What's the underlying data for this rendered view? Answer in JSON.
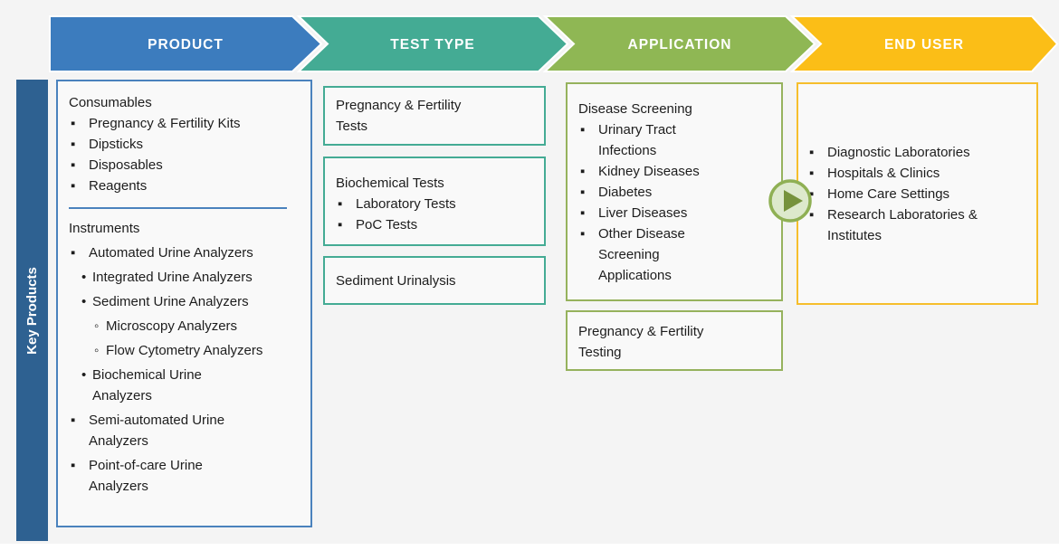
{
  "palette": {
    "panel-bg": "#f4f4f4",
    "box-fill": "#f9f9f9",
    "text-color": "#1d1d1d",
    "sidebar-blue": "#2e6191",
    "product-border": "#4a82bd",
    "test-border": "#44ab94",
    "application-border": "#96b25d",
    "enduser-border": "#f6be2c",
    "play-ring": "#8fb054",
    "play-fill": "#dde9cc",
    "play-triangle": "#76923c"
  },
  "header": {
    "segments": [
      {
        "label": "PRODUCT",
        "color": "#3c7cbe"
      },
      {
        "label": "TEST TYPE",
        "color": "#44ab94"
      },
      {
        "label": "APPLICATION",
        "color": "#8fb754"
      },
      {
        "label": "END USER",
        "color": "#fbbe17"
      }
    ]
  },
  "sidebar": {
    "label": "Key Products"
  },
  "icons": {
    "play": "play-icon"
  },
  "columns": {
    "product": {
      "consumables": {
        "title": "Consumables",
        "items": [
          "Pregnancy & Fertility Kits",
          "Dipsticks",
          "Disposables",
          "Reagents"
        ]
      },
      "instruments": {
        "title": "Instruments",
        "items": [
          {
            "text": "Automated Urine Analyzers",
            "level": 1
          },
          {
            "text": "Integrated Urine Analyzers",
            "level": 2
          },
          {
            "text": "Sediment Urine Analyzers",
            "level": 2
          },
          {
            "text": "Microscopy Analyzers",
            "level": 3
          },
          {
            "text": "Flow Cytometry Analyzers",
            "level": 3
          },
          {
            "text": "Biochemical Urine Analyzers",
            "level": 2
          },
          {
            "text": "Semi-automated Urine Analyzers",
            "level": 1
          },
          {
            "text": "Point-of-care Urine Analyzers",
            "level": 1
          }
        ]
      }
    },
    "test_type": {
      "boxes": [
        {
          "title": "Pregnancy & Fertility Tests",
          "items": []
        },
        {
          "title": "Biochemical Tests",
          "items": [
            "Laboratory Tests",
            "PoC Tests"
          ]
        },
        {
          "title": "Sediment Urinalysis",
          "items": []
        }
      ]
    },
    "application": {
      "boxes": [
        {
          "title": "Disease Screening",
          "items": [
            "Urinary Tract Infections",
            "Kidney Diseases",
            "Diabetes",
            "Liver Diseases",
            "Other Disease Screening Applications"
          ]
        },
        {
          "title": "Pregnancy & Fertility Testing",
          "items": []
        }
      ]
    },
    "end_user": {
      "items": [
        "Diagnostic Laboratories",
        "Hospitals & Clinics",
        "Home Care Settings",
        "Research Laboratories & Institutes"
      ]
    }
  }
}
